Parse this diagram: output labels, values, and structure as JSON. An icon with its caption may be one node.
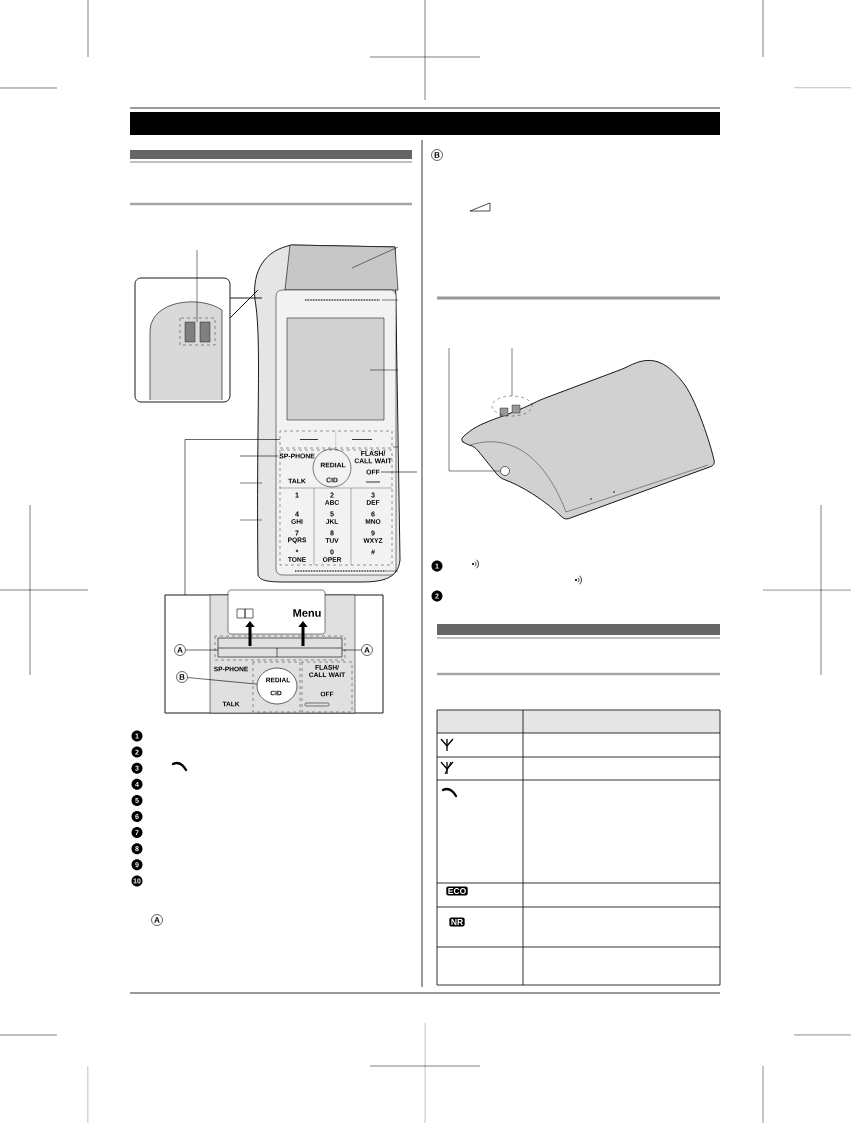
{
  "diagram": {
    "nodes": [
      {
        "text": [
          "A"
        ]
      },
      {
        "text": [
          "A"
        ]
      },
      {
        "text": [
          "B"
        ]
      },
      {
        "text": [],
        "shape": "circle"
      },
      {
        "text": [],
        "shape": "box"
      },
      {
        "text": [
          "OFF"
        ]
      },
      {
        "text": [
          "SP-PHONE"
        ]
      }
    ],
    "edges": [
      {
        "from": 0,
        "to": null,
        "arrow": "none"
      },
      {
        "from": 1,
        "to": null,
        "arrow": "none"
      },
      {
        "from": 2,
        "to": 3,
        "arrow": "none"
      },
      {
        "from": null,
        "to": 4,
        "arrow": "none"
      },
      {
        "from": null,
        "to": 5,
        "arrow": "none"
      },
      {
        "from": null,
        "to": 6,
        "arrow": "none"
      }
    ],
    "labels": [
      "FLASH/ CALL WAIT",
      "REDIAL",
      "TALK",
      "CID",
      "1",
      "2",
      "ABC",
      "3",
      "DEF",
      "4",
      "GHI",
      "5",
      "JKL",
      "6",
      "MNO",
      "7",
      "PQRS",
      "8",
      "TUV",
      "9",
      "WXYZ",
      "*",
      "TONE",
      "0",
      "OPER",
      "#",
      "Menu",
      "SP-PHONE",
      "FLASH/ CALL WAIT",
      "REDIAL",
      "TALK",
      "CID",
      "OFF",
      "1",
      "2",
      "3",
      "4",
      "5",
      "6",
      "7",
      "8",
      "9",
      "10",
      "A",
      "B",
      "1",
      "2",
      "ECO",
      "NR"
    ]
  }
}
